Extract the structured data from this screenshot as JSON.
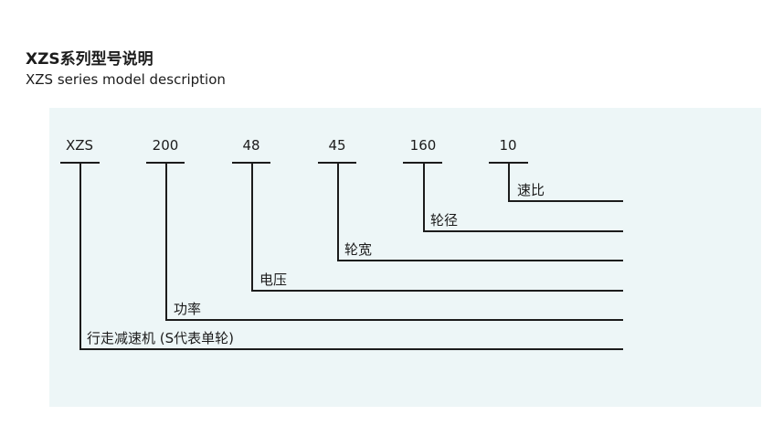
{
  "header": {
    "title": "XZS系列型号说明",
    "subtitle": "XZS series model description"
  },
  "colors": {
    "panel_bg": "#edf6f7",
    "line": "#1c1c1c",
    "text": "#1c1c1c"
  },
  "diagram": {
    "codes": [
      {
        "code": "XZS",
        "meaning": "行走减速机 (S代表单轮)"
      },
      {
        "code": "200",
        "meaning": "功率"
      },
      {
        "code": "48",
        "meaning": "电压"
      },
      {
        "code": "45",
        "meaning": "轮宽"
      },
      {
        "code": "160",
        "meaning": "轮径"
      },
      {
        "code": "10",
        "meaning": "速比"
      }
    ]
  }
}
